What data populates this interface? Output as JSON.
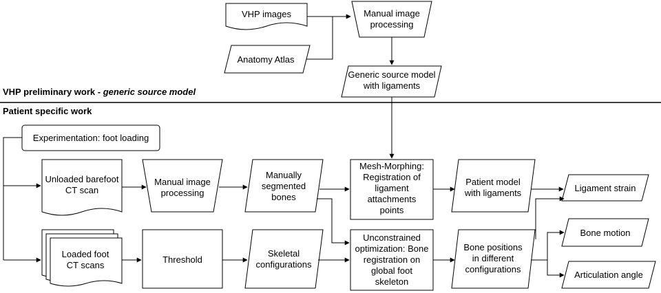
{
  "sections": {
    "preliminary_prefix": "VHP preliminary work - ",
    "preliminary_suffix": "generic source model",
    "patient": "Patient specific work"
  },
  "nodes": {
    "vhp_images": [
      "VHP images"
    ],
    "anatomy_atlas": [
      "Anatomy Atlas"
    ],
    "manual_image_processing_top": [
      "Manual image",
      "processing"
    ],
    "generic_source_model": [
      "Generic source model",
      "with ligaments"
    ],
    "experimentation": [
      "Experimentation: foot loading"
    ],
    "unloaded_ct": [
      "Unloaded barefoot",
      "CT scan"
    ],
    "manual_image_processing": [
      "Manual image",
      "processing"
    ],
    "manually_segmented_bones": [
      "Manually",
      "segmented",
      "bones"
    ],
    "mesh_morphing": [
      "Mesh-Morphing:",
      "Registration of",
      "ligament",
      "attachments",
      "points"
    ],
    "patient_model": [
      "Patient model",
      "with ligaments"
    ],
    "ligament_strain": [
      "Ligament strain"
    ],
    "loaded_ct": [
      "Loaded foot",
      "CT scans"
    ],
    "threshold": [
      "Threshold"
    ],
    "skeletal_configurations": [
      "Skeletal",
      "configurations"
    ],
    "unconstrained_optimization": [
      "Unconstrained",
      "optimization: Bone",
      "registration on",
      "global foot",
      "skeleton"
    ],
    "bone_positions": [
      "Bone positions",
      "in different",
      "configurations"
    ],
    "bone_motion": [
      "Bone motion"
    ],
    "articulation_angle": [
      "Articulation angle"
    ]
  }
}
